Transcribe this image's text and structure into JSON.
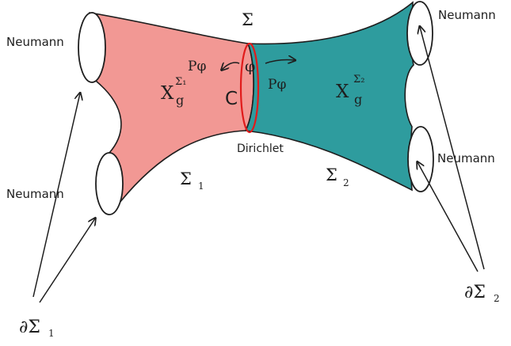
{
  "colors": {
    "left_fill": "#f29894",
    "right_fill": "#2e9c9e",
    "cut_curve": "#e11b1b",
    "ink": "#1e1e1e"
  },
  "labels": {
    "sigma_top": "Σ",
    "sigma1_region": "Σ",
    "sigma1_sub": "1",
    "sigma2_region": "Σ",
    "sigma2_sub": "2",
    "neumann_top_left": "Neumann",
    "neumann_bottom_left": "Neumann",
    "neumann_top_right": "Neumann",
    "neumann_bottom_right": "Neumann",
    "dirichlet": "Dirichlet",
    "cut_curve": "C",
    "phi_field": "φ",
    "p_phi_left": "Pφ",
    "p_phi_right": "Pφ",
    "x_left": "X",
    "x_left_sup": "Σ₁",
    "x_left_sub": "g",
    "x_right": "X",
    "x_right_sup": "Σ₂",
    "x_right_sub": "g",
    "boundary_left": "∂Σ",
    "boundary_left_sub": "1",
    "boundary_right": "∂Σ",
    "boundary_right_sub": "2"
  }
}
